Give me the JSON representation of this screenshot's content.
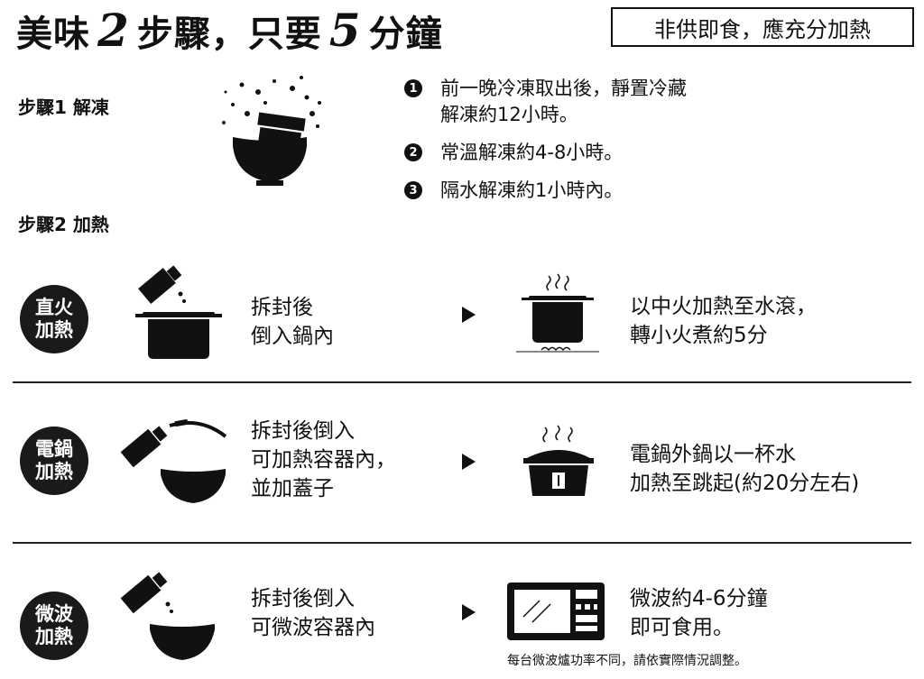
{
  "header": {
    "title_pre": "美味",
    "title_num1": "2",
    "title_mid": "步驟，只要",
    "title_num2": "5",
    "title_post": "分鐘",
    "notice": "非供即食，應充分加熱"
  },
  "step1": {
    "label": "步驟1 解凍",
    "items": [
      {
        "num": "1",
        "lines": [
          "前一晚冷凍取出後，靜置冷藏",
          "解凍約12小時。"
        ]
      },
      {
        "num": "2",
        "lines": [
          "常溫解凍約4-8小時。"
        ]
      },
      {
        "num": "3",
        "lines": [
          "隔水解凍約1小時內。"
        ]
      }
    ]
  },
  "step2": {
    "label": "步驟2 加熱",
    "methods": [
      {
        "badge": [
          "直火",
          "加熱"
        ],
        "prep": [
          "拆封後",
          "倒入鍋內"
        ],
        "result": [
          "以中火加熱至水滾，",
          "轉小火煮約5分"
        ]
      },
      {
        "badge": [
          "電鍋",
          "加熱"
        ],
        "prep": [
          "拆封後倒入",
          "可加熱容器內，",
          "並加蓋子"
        ],
        "result": [
          "電鍋外鍋以一杯水",
          "加熱至跳起(約20分左右)"
        ]
      },
      {
        "badge": [
          "微波",
          "加熱"
        ],
        "prep": [
          "拆封後倒入",
          "可微波容器內"
        ],
        "result": [
          "微波約4-6分鐘",
          "即可食用。"
        ],
        "note": "每台微波爐功率不同，請依實際情況調整。"
      }
    ]
  },
  "icons": {
    "step1": "thaw-bowl-icon",
    "stove_prep": "pour-into-pot-icon",
    "stove_result": "pot-on-stove-icon",
    "rice_prep": "pour-into-covered-bowl-icon",
    "rice_result": "rice-cooker-icon",
    "micro_prep": "pour-into-bowl-icon",
    "micro_result": "microwave-icon"
  },
  "colors": {
    "ink": "#111111",
    "background": "#ffffff"
  }
}
